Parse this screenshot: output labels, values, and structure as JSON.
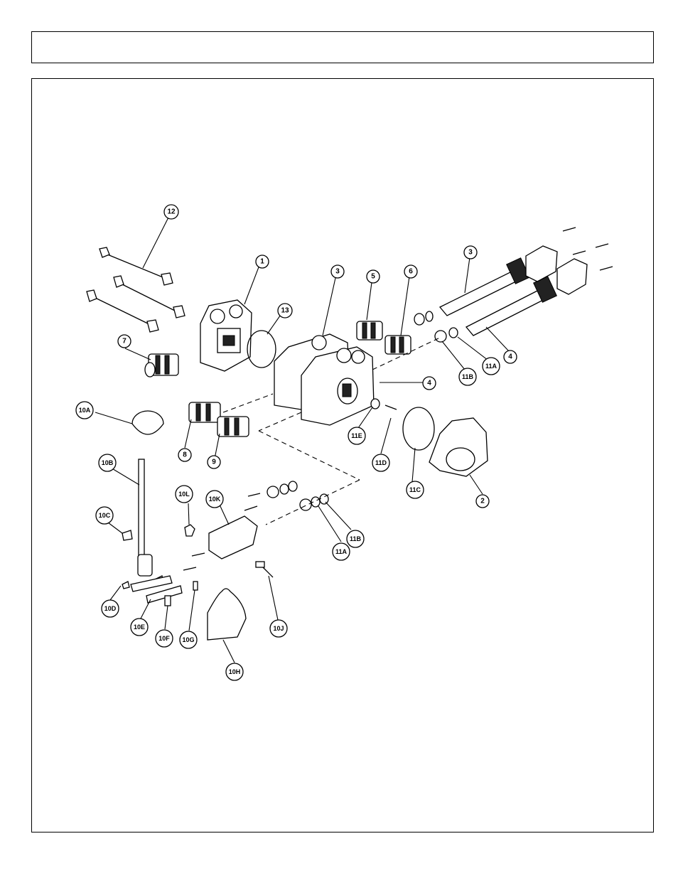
{
  "header": {
    "title": ""
  },
  "callouts": {
    "c1": "1",
    "c2": "2",
    "c3a": "3",
    "c3b": "3",
    "c4a": "4",
    "c4b": "4",
    "c5": "5",
    "c6": "6",
    "c7": "7",
    "c8": "8",
    "c9": "9",
    "c10a": "10A",
    "c10b": "10B",
    "c10c": "10C",
    "c10d": "10D",
    "c10e": "10E",
    "c10f": "10F",
    "c10g": "10G",
    "c10h": "10H",
    "c10j": "10J",
    "c10k": "10K",
    "c10l": "10L",
    "c11a1": "11A",
    "c11a2": "11A",
    "c11b1": "11B",
    "c11b2": "11B",
    "c11c": "11C",
    "c11d": "11D",
    "c11e": "11E",
    "c12": "12",
    "c13": "13"
  }
}
